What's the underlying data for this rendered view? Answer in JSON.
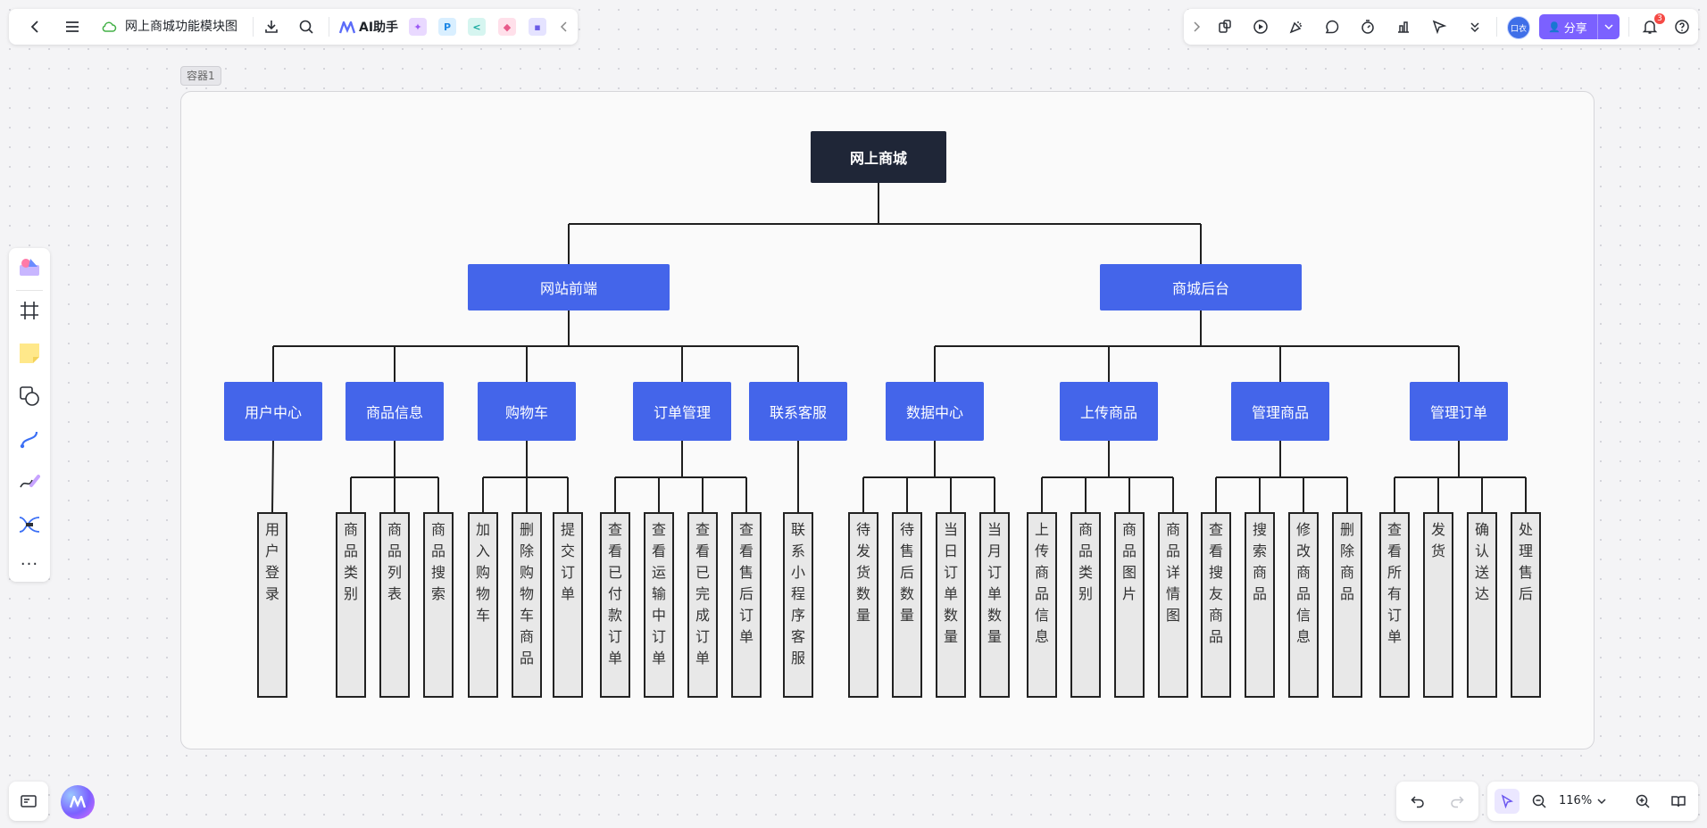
{
  "top_bar": {
    "doc_title": "网上商城功能模块图",
    "ai_label": "AI助手"
  },
  "right_bar": {
    "avatar_text": "口衣",
    "share_label": "分享",
    "notification_count": "3"
  },
  "canvas": {
    "container_label": "容器1"
  },
  "diagram": {
    "root": "网上商城",
    "branches": [
      {
        "label": "网站前端",
        "children": [
          {
            "label": "用户中心",
            "leaves": [
              "用户登录"
            ]
          },
          {
            "label": "商品信息",
            "leaves": [
              "商品类别",
              "商品列表",
              "商品搜索"
            ]
          },
          {
            "label": "购物车",
            "leaves": [
              "加入购物车",
              "删除购物车商品",
              "提交订单"
            ]
          },
          {
            "label": "订单管理",
            "leaves": [
              "查看已付款订单",
              "查看运输中订单",
              "查看已完成订单",
              "查看售后订单"
            ]
          },
          {
            "label": "联系客服",
            "leaves": [
              "联系小程序客服"
            ]
          }
        ]
      },
      {
        "label": "商城后台",
        "children": [
          {
            "label": "数据中心",
            "leaves": [
              "待发货数量",
              "待售后数量",
              "当日订单数量",
              "当月订单数量"
            ]
          },
          {
            "label": "上传商品",
            "leaves": [
              "上传商品信息",
              "商品类别",
              "商品图片",
              "商品详情图"
            ]
          },
          {
            "label": "管理商品",
            "leaves": [
              "查看搜友商品",
              "搜索商品",
              "修改商品信息",
              "删除商品"
            ]
          },
          {
            "label": "管理订单",
            "leaves": [
              "查看所有订单",
              "发货",
              "确认送达",
              "处理售后"
            ]
          }
        ]
      }
    ]
  },
  "bottom_bar": {
    "zoom": "116%"
  },
  "colors": {
    "root_fill": "#1f2637",
    "node_fill": "#4465ea",
    "leaf_fill": "#e8e8e8",
    "accent": "#7b61ff"
  }
}
